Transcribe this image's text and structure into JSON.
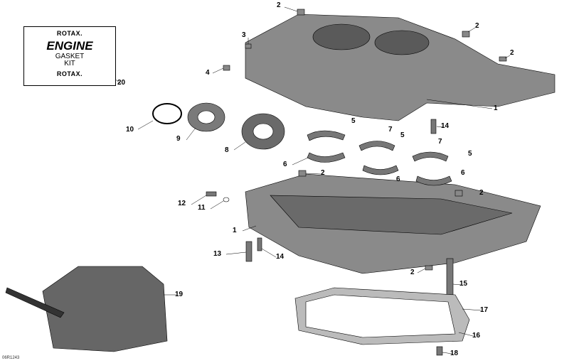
{
  "kit": {
    "brand": "ROTAX.",
    "title": "ENGINE",
    "line1": "GASKET",
    "line2": "KIT"
  },
  "callouts": [
    "2",
    "2",
    "3",
    "2",
    "4",
    "20",
    "1",
    "10",
    "14",
    "5",
    "7",
    "5",
    "7",
    "9",
    "8",
    "6",
    "2",
    "5",
    "6",
    "6",
    "2",
    "12",
    "11",
    "1",
    "13",
    "14",
    "2",
    "15",
    "19",
    "17",
    "16",
    "18"
  ],
  "drawing_code": "06R1243",
  "colors": {
    "part": "#8a8a8a",
    "part_dark": "#4a4a4a",
    "line": "#000000"
  }
}
